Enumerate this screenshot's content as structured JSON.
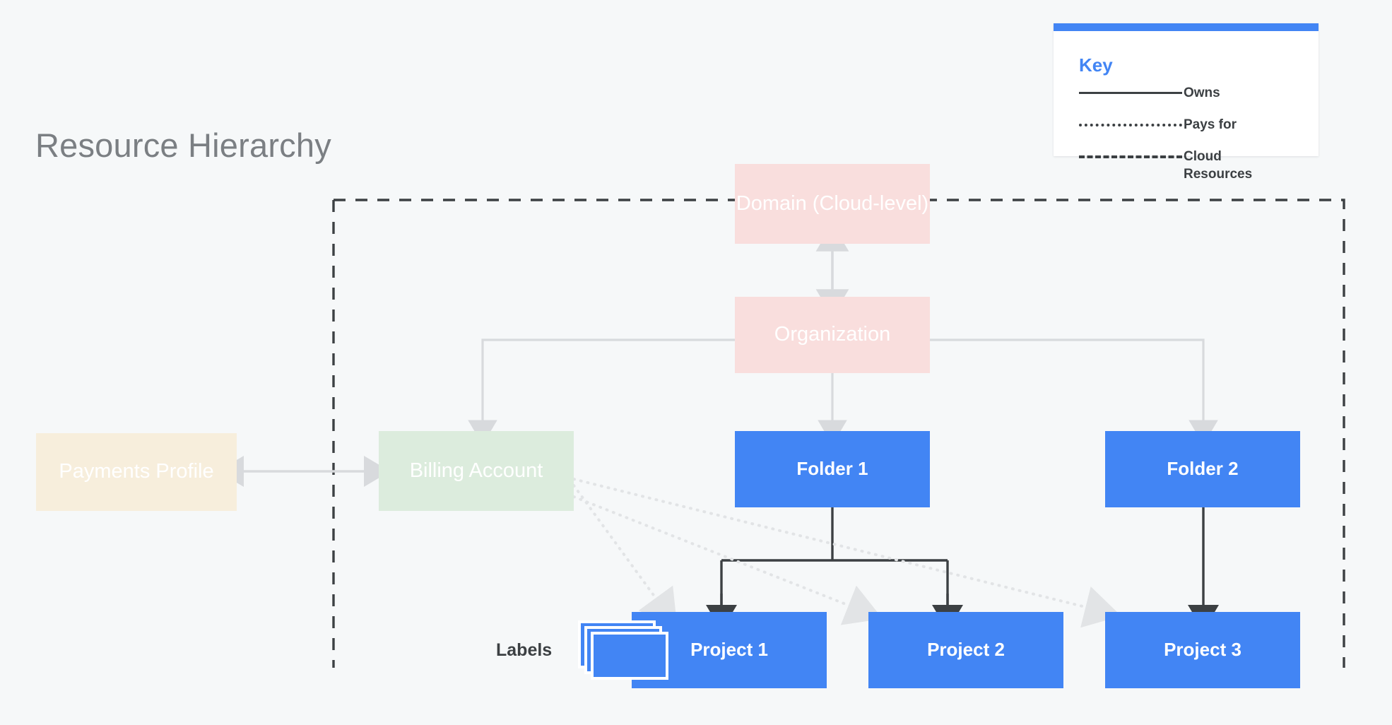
{
  "page": {
    "title": "Resource Hierarchy",
    "background_color": "#f6f8f9"
  },
  "key": {
    "title": "Key",
    "accent_color": "#4285f4",
    "entries": [
      {
        "style": "solid",
        "label": "Owns"
      },
      {
        "style": "dotted",
        "label": "Pays for"
      },
      {
        "style": "dashed",
        "label": "Cloud Resources"
      }
    ]
  },
  "diagram": {
    "type": "hierarchy",
    "boundary": {
      "label": "Cloud Resources",
      "style": "dashed"
    },
    "nodes": [
      {
        "id": "domain",
        "label": "Domain (Cloud-level)",
        "color": "#f9dedd",
        "text_color": "#ffffff"
      },
      {
        "id": "org",
        "label": "Organization",
        "color": "#f9dedd",
        "text_color": "#ffffff"
      },
      {
        "id": "payments",
        "label": "Payments Profile",
        "color": "#f7eedc",
        "text_color": "#ffffff"
      },
      {
        "id": "billing",
        "label": "Billing Account",
        "color": "#dcecdd",
        "text_color": "#ffffff"
      },
      {
        "id": "folder1",
        "label": "Folder 1",
        "color": "#4285f4",
        "text_color": "#ffffff"
      },
      {
        "id": "folder2",
        "label": "Folder 2",
        "color": "#4285f4",
        "text_color": "#ffffff"
      },
      {
        "id": "project1",
        "label": "Project 1",
        "color": "#4285f4",
        "text_color": "#ffffff"
      },
      {
        "id": "project2",
        "label": "Project 2",
        "color": "#4285f4",
        "text_color": "#ffffff"
      },
      {
        "id": "project3",
        "label": "Project 3",
        "color": "#4285f4",
        "text_color": "#ffffff"
      }
    ],
    "labels_annotation": {
      "label": "Labels",
      "icon": "stacked-cards-icon"
    },
    "edges": [
      {
        "from": "domain",
        "to": "org",
        "relation": "owns",
        "style": "solid-bidirectional"
      },
      {
        "from": "org",
        "to": "billing",
        "relation": "owns",
        "style": "solid"
      },
      {
        "from": "org",
        "to": "folder1",
        "relation": "owns",
        "style": "solid"
      },
      {
        "from": "org",
        "to": "folder2",
        "relation": "owns",
        "style": "solid"
      },
      {
        "from": "payments",
        "to": "billing",
        "relation": "pays",
        "style": "solid-bidirectional"
      },
      {
        "from": "folder1",
        "to": "project1",
        "relation": "owns",
        "style": "solid"
      },
      {
        "from": "folder1",
        "to": "project2",
        "relation": "owns",
        "style": "solid"
      },
      {
        "from": "folder2",
        "to": "project3",
        "relation": "owns",
        "style": "solid"
      },
      {
        "from": "billing",
        "to": "project1",
        "relation": "pays for",
        "style": "dotted"
      },
      {
        "from": "billing",
        "to": "project2",
        "relation": "pays for",
        "style": "dotted"
      },
      {
        "from": "billing",
        "to": "project3",
        "relation": "pays for",
        "style": "dotted"
      }
    ]
  }
}
